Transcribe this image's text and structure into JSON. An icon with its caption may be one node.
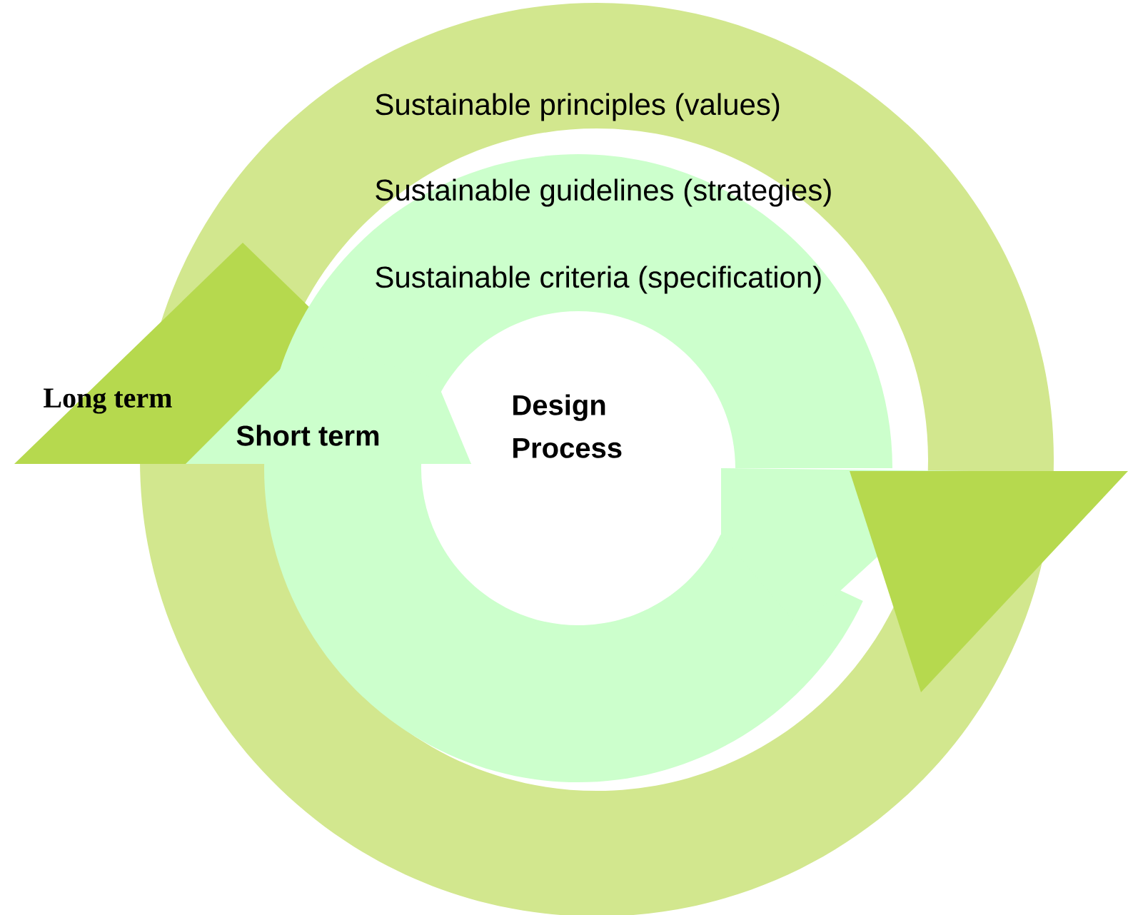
{
  "diagram": {
    "nodes": [
      {
        "text": [
          "Long term"
        ]
      },
      {
        "text": [
          "Short term"
        ],
        "in": 0
      }
    ],
    "labels": [
      "Sustainable principles (values)",
      "Sustainable guidelines (strategies)",
      "Sustainable criteria (specification)",
      "Design Process"
    ]
  }
}
